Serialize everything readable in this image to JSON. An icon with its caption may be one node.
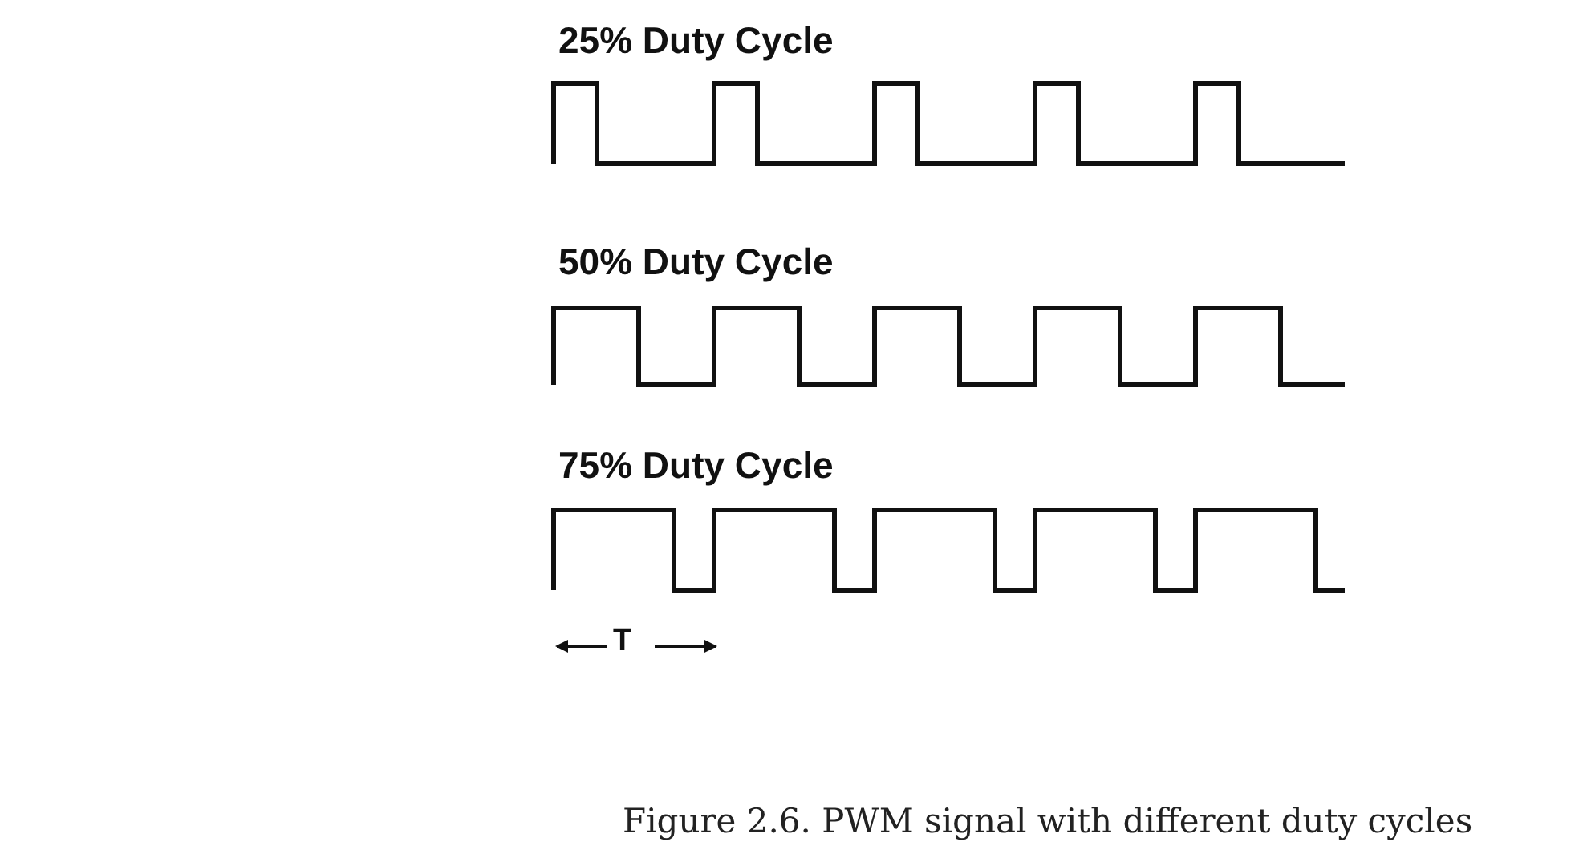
{
  "diagram": {
    "caption": "Figure 2.6. PWM signal with different duty cycles",
    "labels": [
      "25% Duty Cycle",
      "50% Duty Cycle",
      "75% Duty Cycle",
      "T"
    ]
  }
}
